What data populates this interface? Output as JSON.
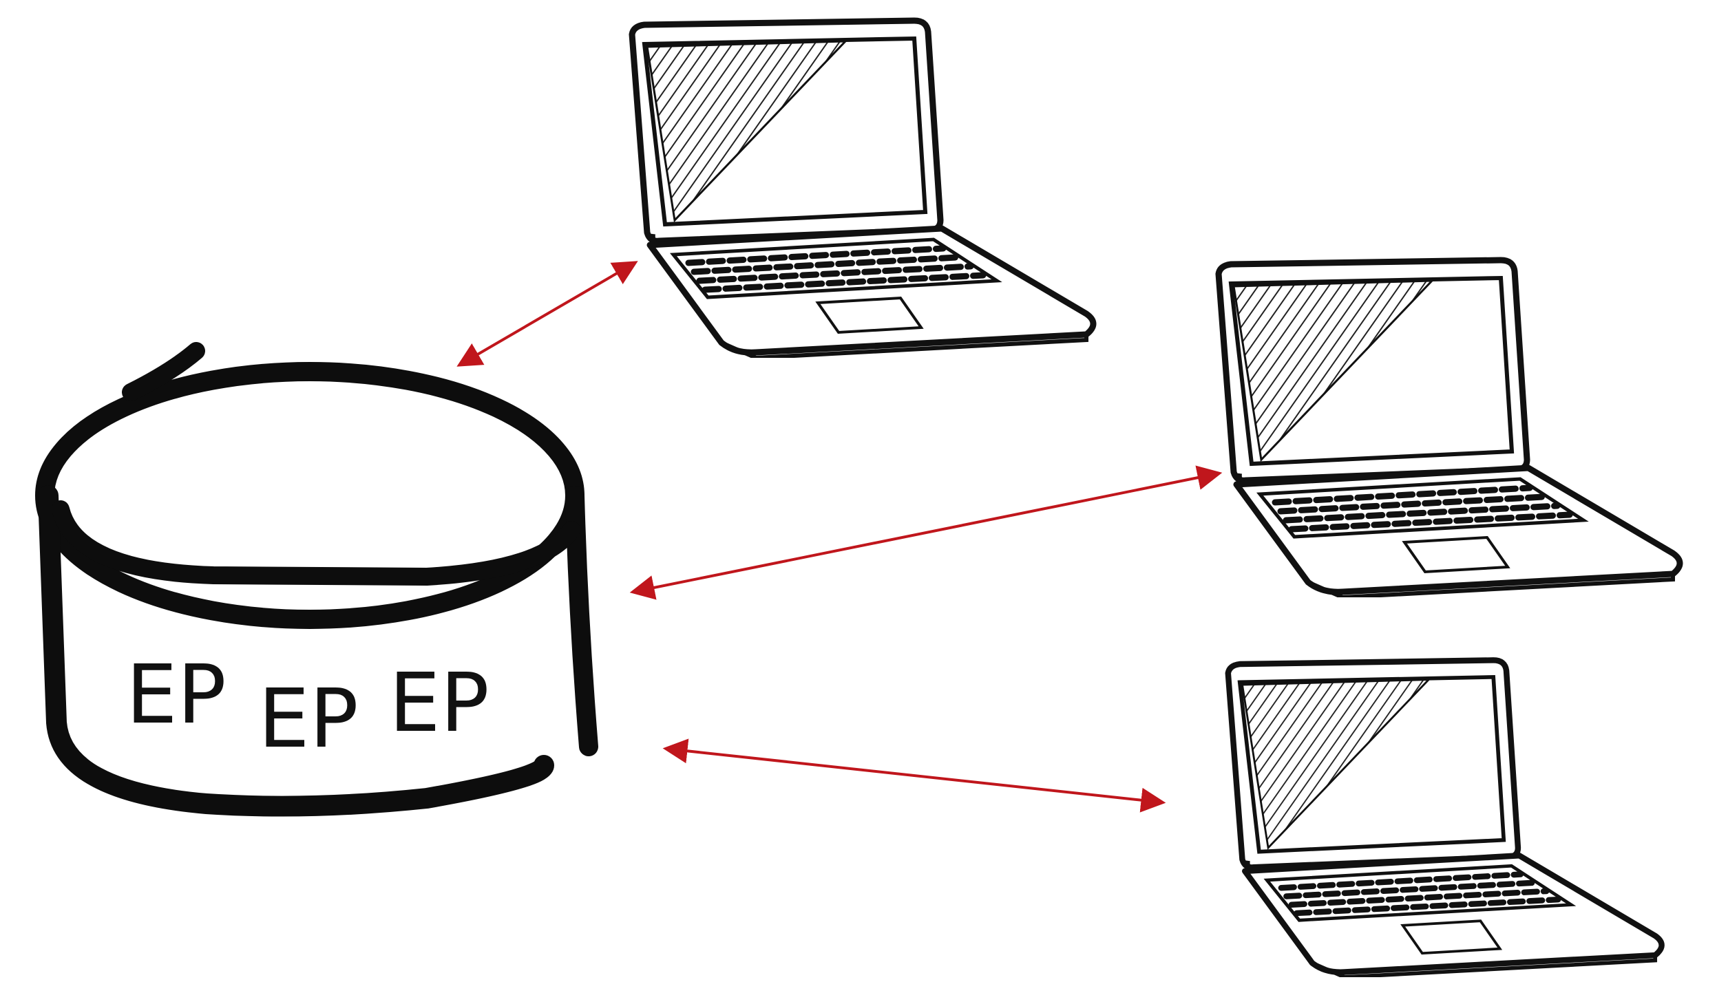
{
  "database": {
    "labels": [
      "EP",
      "EP",
      "EP"
    ]
  },
  "clients": [
    {
      "icon": "laptop-icon"
    },
    {
      "icon": "laptop-icon"
    },
    {
      "icon": "laptop-icon"
    }
  ],
  "connections": [
    {
      "from": "database",
      "to": "laptop-1",
      "type": "bidirectional"
    },
    {
      "from": "database",
      "to": "laptop-2",
      "type": "bidirectional"
    },
    {
      "from": "database",
      "to": "laptop-3",
      "type": "bidirectional"
    }
  ],
  "colors": {
    "stroke": "#111111",
    "arrow": "#c0161c",
    "background": "#ffffff"
  }
}
